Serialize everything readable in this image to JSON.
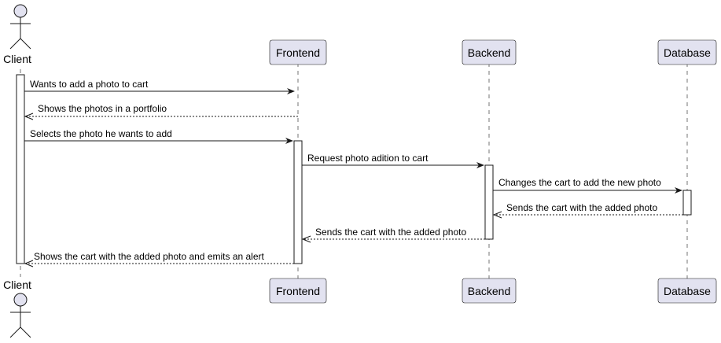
{
  "participants": [
    {
      "key": "client",
      "label": "Client",
      "kind": "actor"
    },
    {
      "key": "frontend",
      "label": "Frontend",
      "kind": "box"
    },
    {
      "key": "backend",
      "label": "Backend",
      "kind": "box"
    },
    {
      "key": "database",
      "label": "Database",
      "kind": "box"
    }
  ],
  "messages": [
    {
      "from": "client",
      "to": "frontend",
      "label": "Wants to add a photo to cart",
      "style": "solid"
    },
    {
      "from": "frontend",
      "to": "client",
      "label": "Shows the photos in a portfolio",
      "style": "dashed"
    },
    {
      "from": "client",
      "to": "frontend",
      "label": "Selects the photo he wants to add",
      "style": "solid"
    },
    {
      "from": "frontend",
      "to": "backend",
      "label": "Request photo adition to cart",
      "style": "solid"
    },
    {
      "from": "backend",
      "to": "database",
      "label": "Changes the cart to add the new photo",
      "style": "solid"
    },
    {
      "from": "database",
      "to": "backend",
      "label": "Sends the cart with the added photo",
      "style": "dashed"
    },
    {
      "from": "backend",
      "to": "frontend",
      "label": "Sends the cart with the added photo",
      "style": "dashed"
    },
    {
      "from": "frontend",
      "to": "client",
      "label": "Shows the cart with the added photo and emits an alert",
      "style": "dashed"
    }
  ],
  "colors": {
    "box_fill": "#E2E2F0",
    "box_stroke": "#181818",
    "lifeline": "#181818",
    "activation_fill": "#FFFFFF",
    "arrow": "#181818"
  }
}
